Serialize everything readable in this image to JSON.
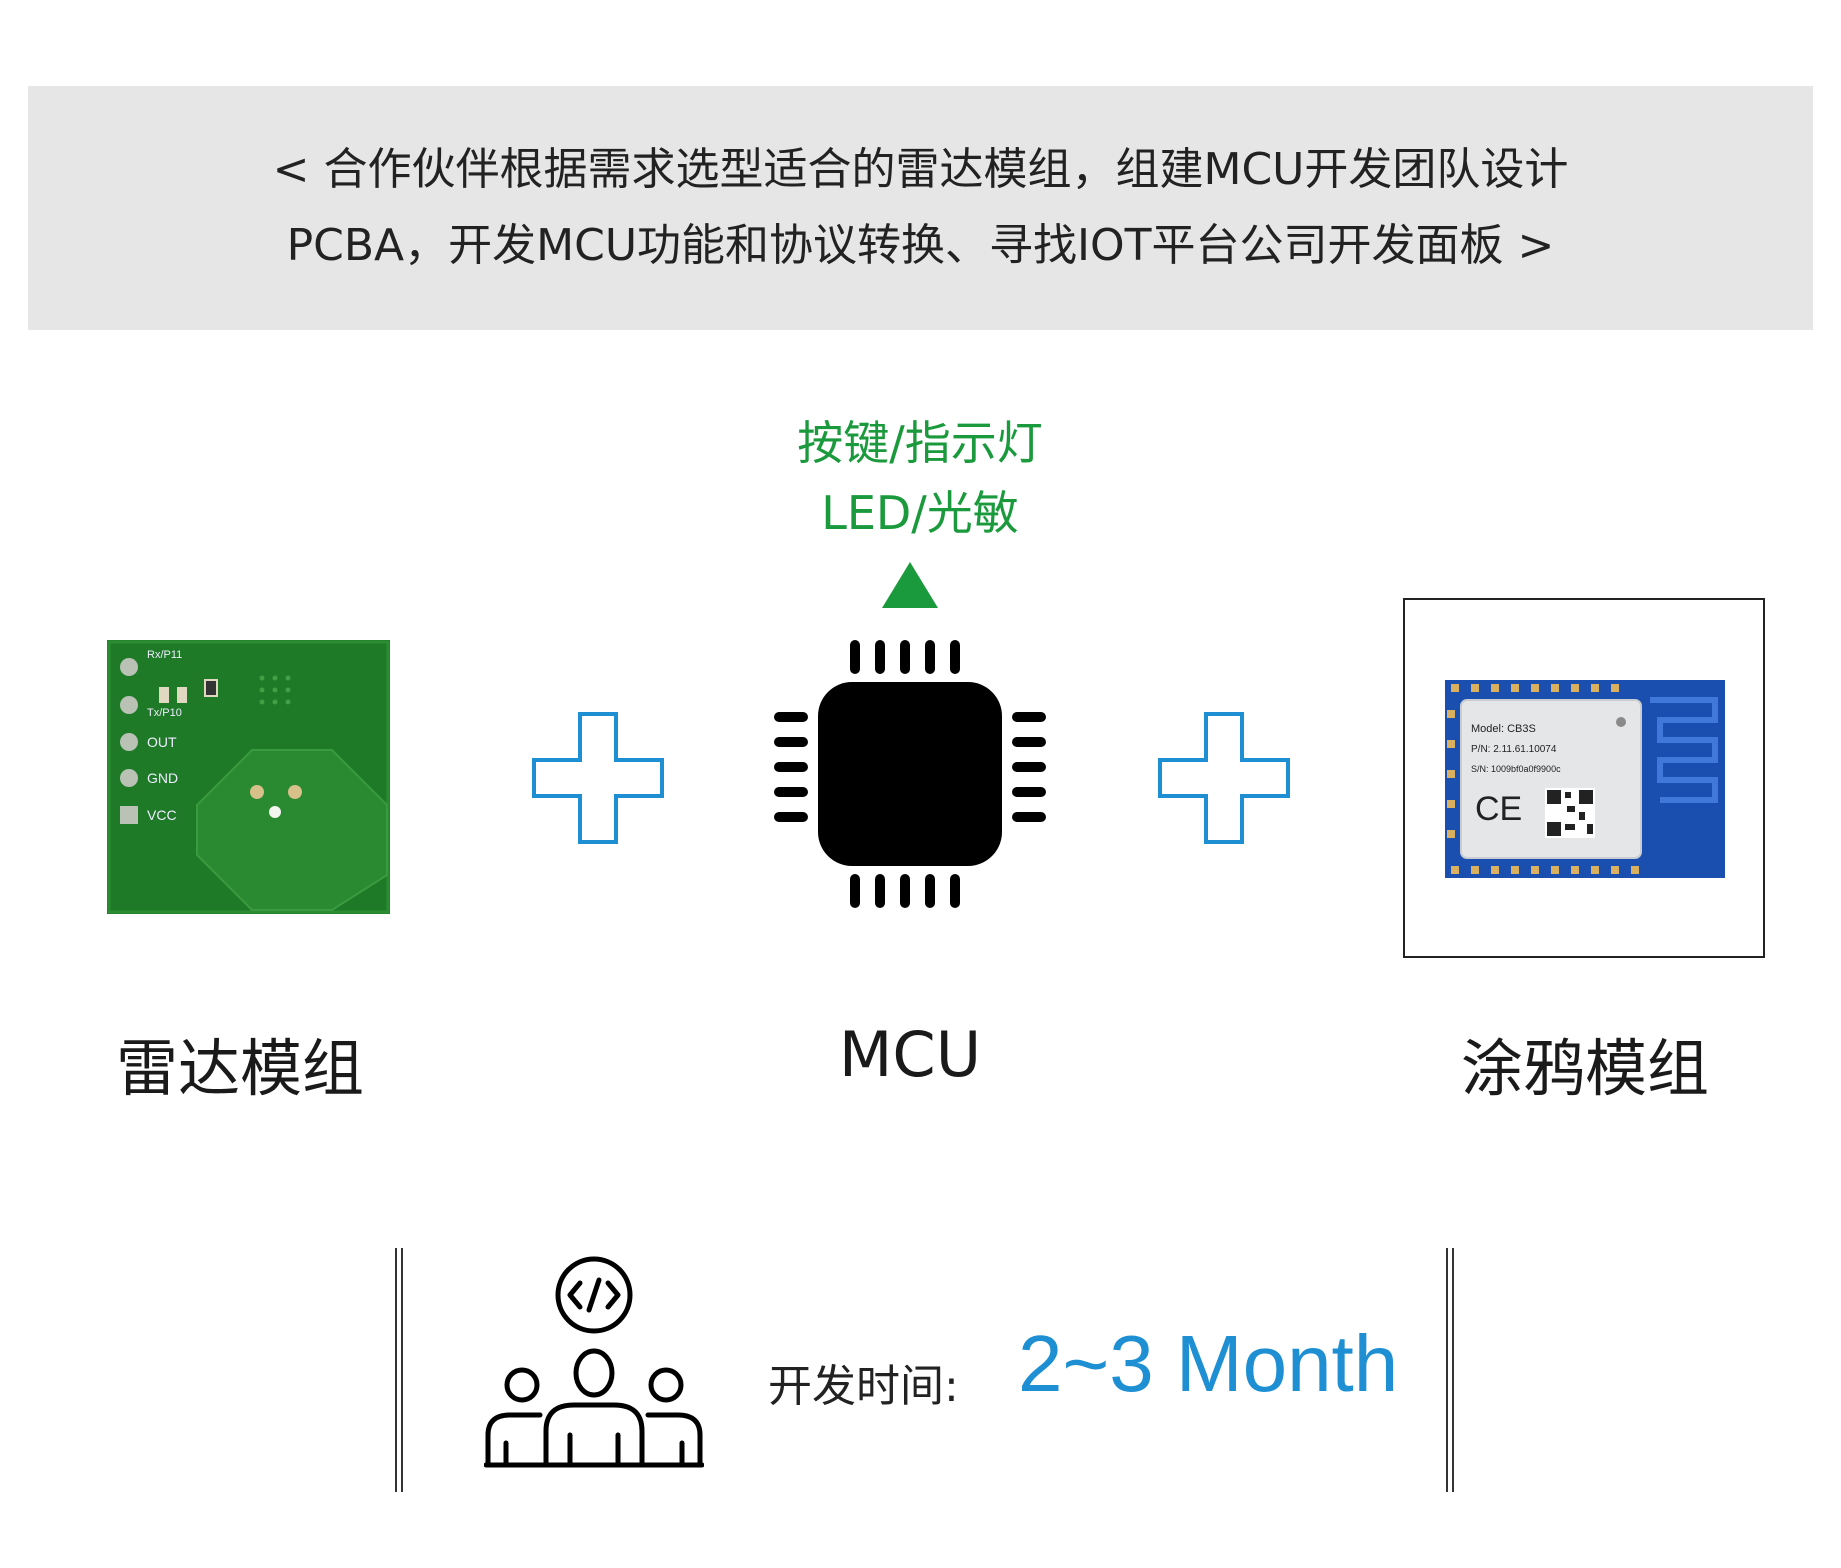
{
  "banner": {
    "line1": "< 合作伙伴根据需求选型适合的雷达模组，组建MCU开发团队设计",
    "line2": "PCBA，开发MCU功能和协议转换、寻找IOT平台公司开发面板 >"
  },
  "io": {
    "line1": "按键/指示灯",
    "line2": "LED/光敏",
    "color": "#1a9a3c"
  },
  "radar": {
    "caption": "雷达模组",
    "pins": [
      "Rx/P11",
      "Tx/P10",
      "OUT",
      "GND",
      "VCC"
    ]
  },
  "mcu": {
    "caption": "MCU"
  },
  "tuya": {
    "caption": "涂鸦模组",
    "model": "Model: CB3S",
    "pn": "P/N: 2.11.61.10074",
    "sn": "S/N: 1009bf0a0f9900c"
  },
  "dev": {
    "label": "开发时间:",
    "value": "2~3 Month",
    "value_color": "#1e8fd2"
  },
  "colors": {
    "plus": "#1e8fd2",
    "banner_bg": "#e6e6e6",
    "pcb": "#1f7a28"
  }
}
